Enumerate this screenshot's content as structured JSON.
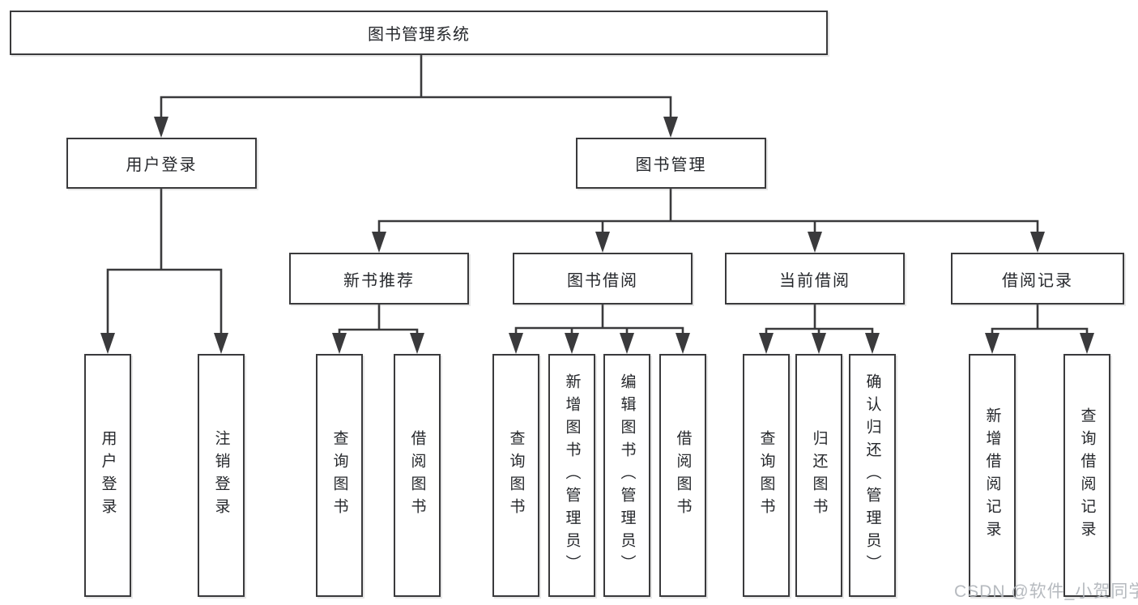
{
  "tree": {
    "root": "图书管理系统",
    "branches": [
      {
        "label": "用户登录",
        "children": [
          {
            "label": "用户登录"
          },
          {
            "label": "注销登录"
          }
        ]
      },
      {
        "label": "图书管理",
        "groups": [
          {
            "label": "新书推荐",
            "children": [
              {
                "label": "查询图书"
              },
              {
                "label": "借阅图书"
              }
            ]
          },
          {
            "label": "图书借阅",
            "children": [
              {
                "label": "查询图书"
              },
              {
                "label": "新增图书（管理员）"
              },
              {
                "label": "编辑图书（管理员）"
              },
              {
                "label": "借阅图书"
              }
            ]
          },
          {
            "label": "当前借阅",
            "children": [
              {
                "label": "查询图书"
              },
              {
                "label": "归还图书"
              },
              {
                "label": "确认归还（管理员）"
              }
            ]
          },
          {
            "label": "借阅记录",
            "children": [
              {
                "label": "新增借阅记录"
              },
              {
                "label": "查询借阅记录"
              }
            ]
          }
        ]
      }
    ]
  },
  "watermark": {
    "text": "CSDN @软件_小贺同学"
  },
  "colors": {
    "line": "#3a3a3c",
    "text": "#26282c",
    "watermark": "#b0b4ba",
    "background": "#ffffff"
  }
}
